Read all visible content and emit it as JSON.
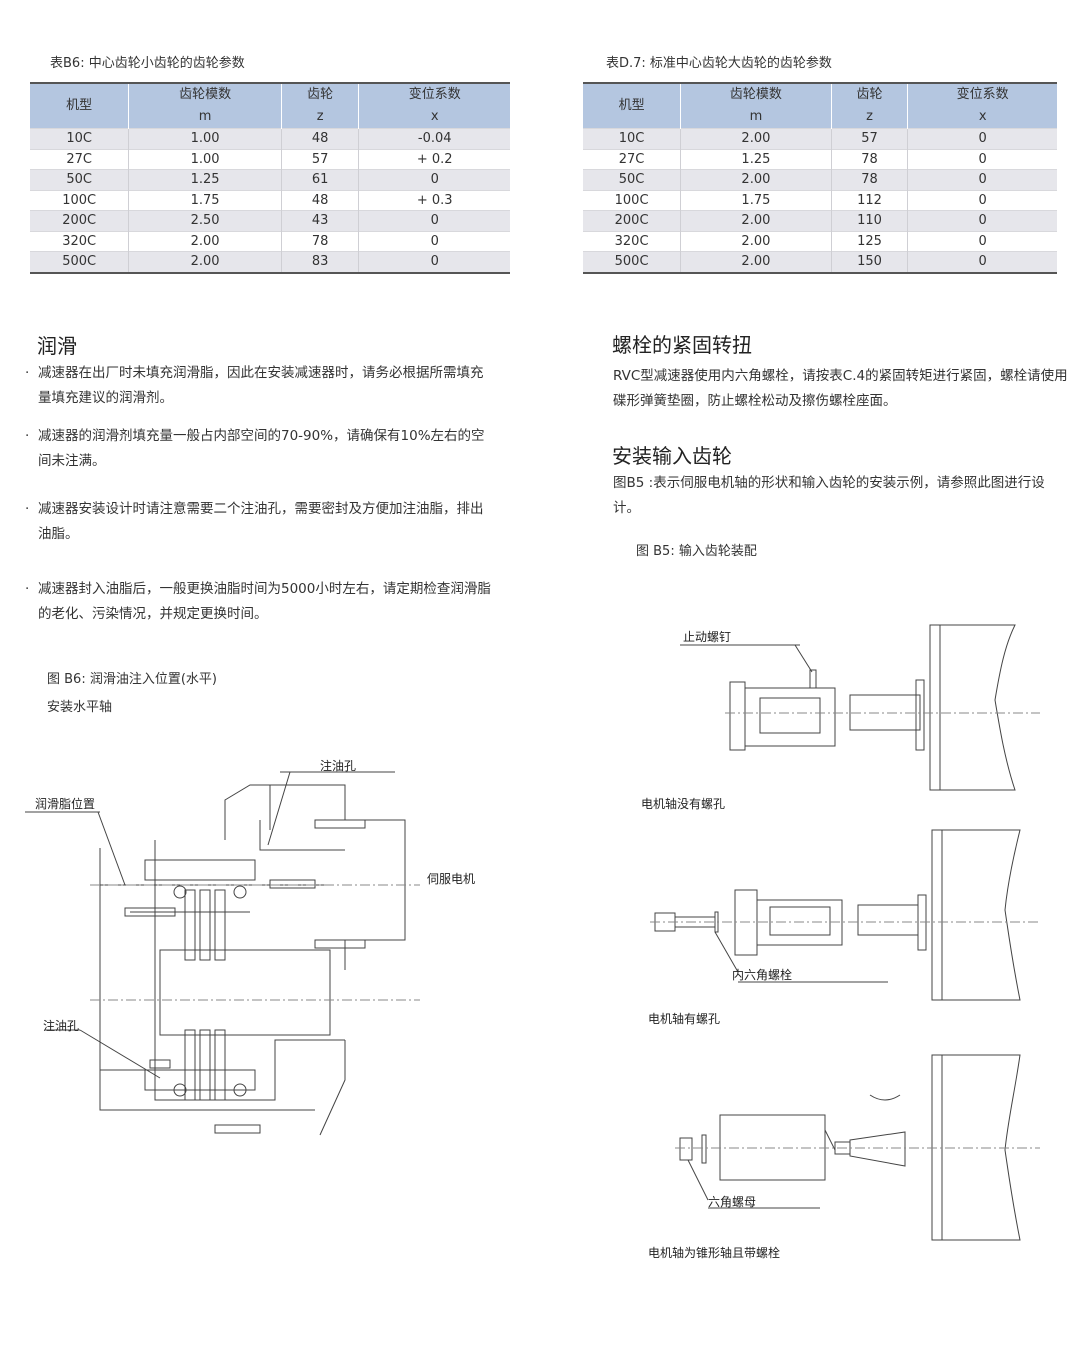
{
  "table_b6": {
    "caption": "表B6: 中心齿轮小齿轮的齿轮参数",
    "headers": [
      [
        "机型",
        ""
      ],
      [
        "齿轮模数",
        "m"
      ],
      [
        "齿轮",
        "z"
      ],
      [
        "变位系数",
        "x"
      ]
    ],
    "rows": [
      [
        "10C",
        "1.00",
        "48",
        "-0.04"
      ],
      [
        "27C",
        "1.00",
        "57",
        "+ 0.2"
      ],
      [
        "50C",
        "1.25",
        "61",
        "0"
      ],
      [
        "100C",
        "1.75",
        "48",
        "+ 0.3"
      ],
      [
        "200C",
        "2.50",
        "43",
        "0"
      ],
      [
        "320C",
        "2.00",
        "78",
        "0"
      ],
      [
        "500C",
        "2.00",
        "83",
        "0"
      ]
    ]
  },
  "table_d7": {
    "caption": "表D.7: 标准中心齿轮大齿轮的齿轮参数",
    "headers": [
      [
        "机型",
        ""
      ],
      [
        "齿轮模数",
        "m"
      ],
      [
        "齿轮",
        "z"
      ],
      [
        "变位系数",
        "x"
      ]
    ],
    "rows": [
      [
        "10C",
        "2.00",
        "57",
        "0"
      ],
      [
        "27C",
        "1.25",
        "78",
        "0"
      ],
      [
        "50C",
        "2.00",
        "78",
        "0"
      ],
      [
        "100C",
        "1.75",
        "112",
        "0"
      ],
      [
        "200C",
        "2.00",
        "110",
        "0"
      ],
      [
        "320C",
        "2.00",
        "125",
        "0"
      ],
      [
        "500C",
        "2.00",
        "150",
        "0"
      ]
    ]
  },
  "lubrication": {
    "title": "润滑",
    "bullets": [
      "减速器在出厂时未填充润滑脂，因此在安装减速器时，请务必根据所需填充量填充建议的润滑剂。",
      "减速器的润滑剂填充量一般占内部空间的70-90%，请确保有10%左右的空间未注满。",
      "减速器安装设计时请注意需要二个注油孔，需要密封及方便加注油脂，排出油脂。",
      "减速器封入油脂后，一般更换油脂时间为5000小时左右，请定期检查润滑脂的老化、污染情况，并规定更换时间。"
    ],
    "figure_caption": "图 B6: 润滑油注入位置(水平)",
    "figure_subcaption": "安装水平轴",
    "labels": {
      "oil_hole_top": "注油孔",
      "grease_position": "润滑脂位置",
      "servo_motor": "伺服电机",
      "oil_hole_bottom": "注油孔"
    }
  },
  "bolt_torque": {
    "title": "螺栓的紧固转扭",
    "text": "RVC型减速器使用内六角螺栓，请按表C.4的紧固转矩进行紧固，螺栓请使用碟形弹簧垫圈，防止螺栓松动及擦伤螺栓座面。"
  },
  "input_gear": {
    "title": "安装输入齿轮",
    "text": "图B5 :表示伺服电机轴的形状和输入齿轮的安装示例，请参照此图进行设计。",
    "figure_caption": "图 B5: 输入齿轮装配",
    "labels": {
      "set_screw": "止动螺钉",
      "no_thread": "电机轴没有螺孔",
      "hex_socket_bolt": "内六角螺栓",
      "with_thread": "电机轴有螺孔",
      "hex_nut": "六角螺母",
      "tapered": "电机轴为锥形轴且带螺栓"
    }
  },
  "colors": {
    "table_header": "#b4c6e0",
    "table_alt_row": "#e6e6eb"
  }
}
